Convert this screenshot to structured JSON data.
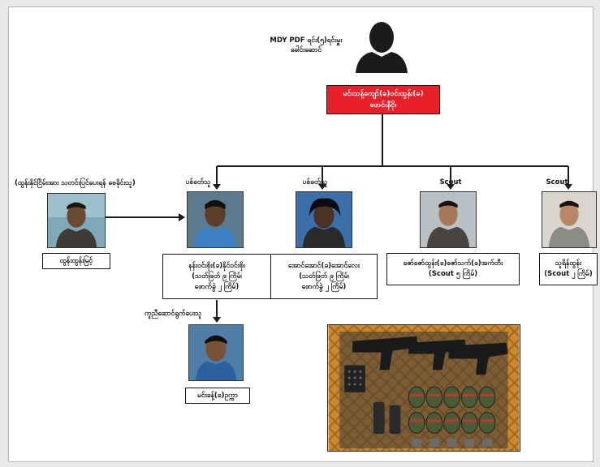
{
  "leader": {
    "title": "MDY PDF ရင်း(၅)ရင်းမှူး\nခေါင်းဆောင်",
    "red_box": "မင်းသန့်ကျော်(ခ)ဝင်းထွန်း(ခ)\nဖောင်းနီငိုး"
  },
  "informant": {
    "note": "(ထွန်းနိုင်ငြိမ်းအား သတင်းပြင်ပေးရန် စေခိုင်းသူ)",
    "name": "ထွန်းထွန်းမြင့်"
  },
  "members": [
    {
      "role": "ပစ်ခတ်သူ",
      "name": "နန်းဝင်းစိုး(ခ)နိုင်ဝင်းစိုး\n(သတ်ဖြတ် ၉ ကြိမ်၊\nဖောက်ခွဲ ၂ ကြိမ်)"
    },
    {
      "role": "ပစ်ခတ်သူ",
      "name": "အောင်အောင်(ခ)အောင်လေး\n(သတ်ဖြတ် ၉ ကြိမ်၊\nဖောက်ခွဲ ၂ ကြိမ်)"
    },
    {
      "role": "Scout",
      "name": "ဇော်ဇော်ထွန်း(ခ)ဇော်သက်(ခ)အက်တီး\n(Scout ၅ ကြိမ်)"
    },
    {
      "role": "Scout",
      "name": "သူရိန်ထွန်း\n(Scout ၂ ကြိမ်)"
    }
  ],
  "helper": {
    "role": "ကူညီဆောင်ရွက်ပေးသူ",
    "name": "မင်းခန့်(ခ)ဥက္ကာ"
  },
  "colors": {
    "red": "#e8202a",
    "line": "#1a1a1a"
  }
}
